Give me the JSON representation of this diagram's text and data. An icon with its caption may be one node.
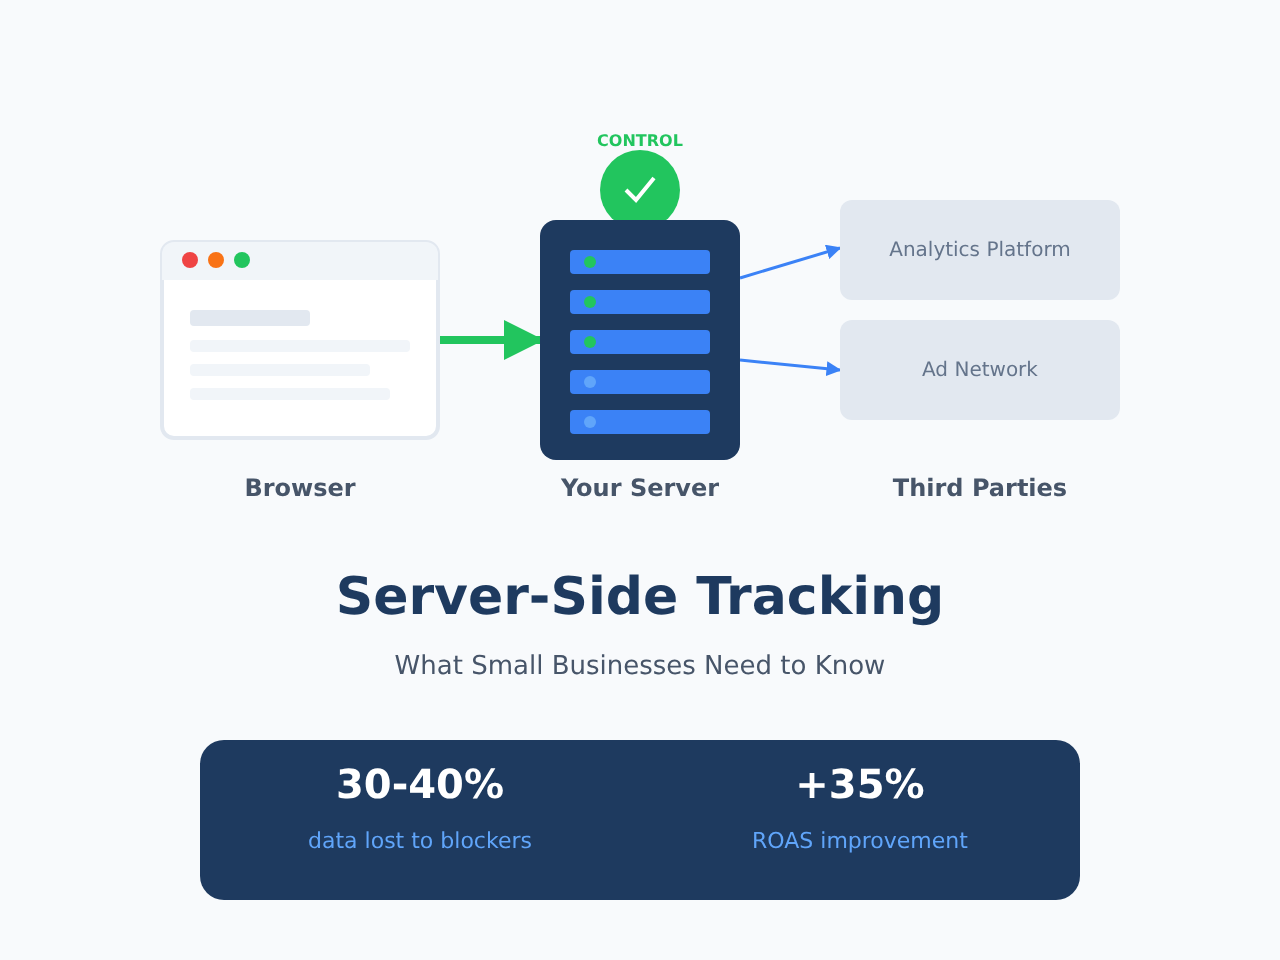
{
  "diagram": {
    "title": "Server-Side Tracking",
    "nodes": [
      {
        "text": [],
        "shape": "picture",
        "beside": [
          "Browser"
        ]
      },
      {
        "text": [],
        "shape": "picture",
        "beside": [
          "Your Server"
        ]
      },
      {
        "text": [
          "Analytics Platform"
        ]
      },
      {
        "text": [
          "Ad Network"
        ]
      },
      {
        "text": [
          "30-40%",
          "data lost to blockers",
          "+35%",
          "ROAS improvement"
        ]
      }
    ],
    "edges": [
      {
        "from": 0,
        "to": 1,
        "arrow": "to",
        "style": "thick",
        "color": "#22c55e"
      },
      {
        "from": 1,
        "to": 2,
        "arrow": "to"
      },
      {
        "from": 1,
        "to": 3,
        "arrow": "to"
      }
    ],
    "labels": [
      "CONTROL",
      "Third Parties",
      "What Small Businesses Need to Know"
    ]
  }
}
